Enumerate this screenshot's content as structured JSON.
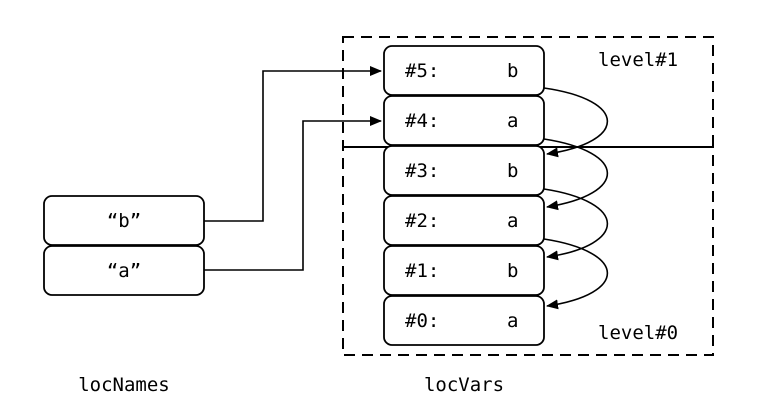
{
  "level_labels": [
    "level#1",
    "level#0"
  ],
  "loc_names": {
    "caption": "locNames",
    "entries": [
      "“b”",
      "“a”"
    ]
  },
  "loc_vars": {
    "caption": "locVars",
    "entries": [
      {
        "index": "#5:",
        "name": "b"
      },
      {
        "index": "#4:",
        "name": "a"
      },
      {
        "index": "#3:",
        "name": "b"
      },
      {
        "index": "#2:",
        "name": "a"
      },
      {
        "index": "#1:",
        "name": "b"
      },
      {
        "index": "#0:",
        "name": "a"
      }
    ]
  },
  "colors": {
    "stroke": "#000000",
    "fill": "#ffffff"
  }
}
